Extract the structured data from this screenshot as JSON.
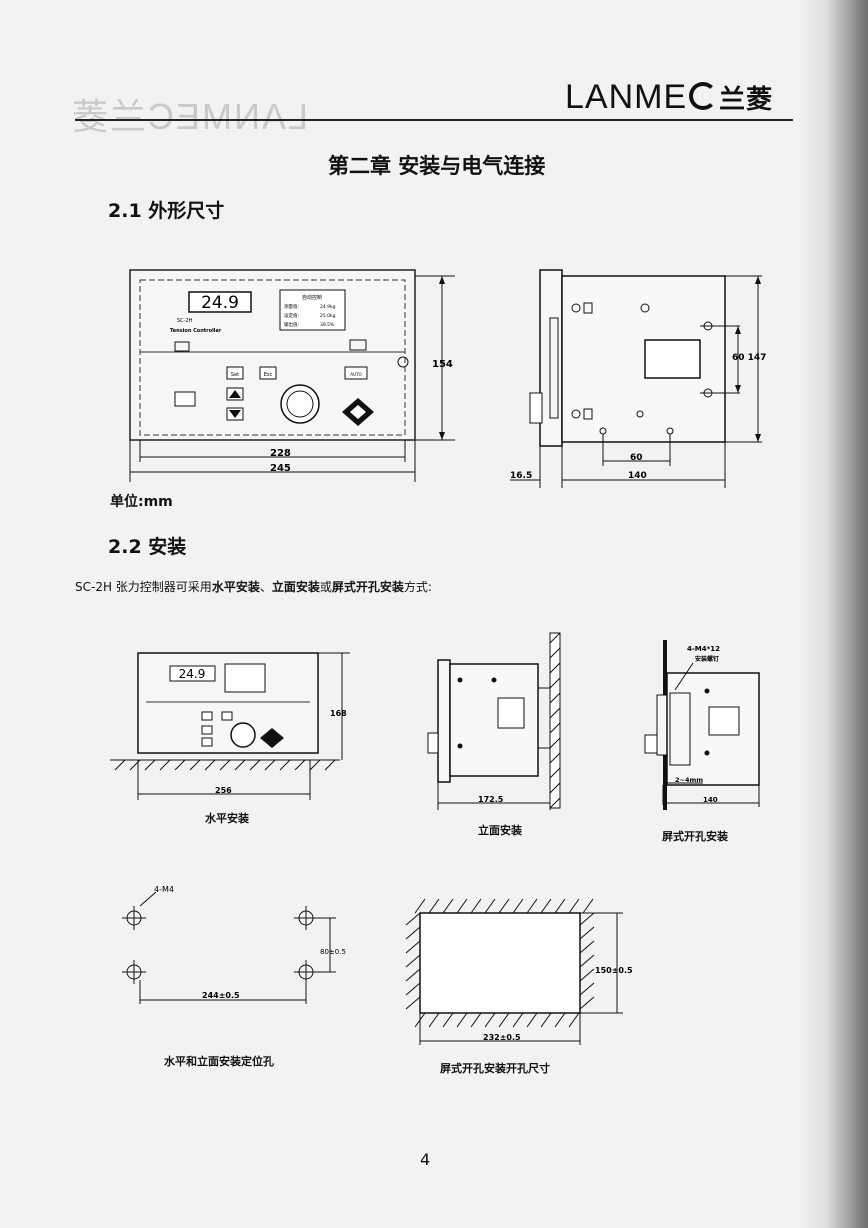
{
  "header": {
    "logo_text": "LANME",
    "logo_cn": "兰菱",
    "ghost_text": "LANMEC兰菱"
  },
  "chapter_title": "第二章  安装与电气连接",
  "section1": {
    "title": "2.1  外形尺寸"
  },
  "section2": {
    "title": "2.2  安装"
  },
  "unit_label": "单位:mm",
  "intro": {
    "prefix": "SC-2H 张力控制器可采用",
    "m1": "水平安装",
    "sep1": "、",
    "m2": "立面安装",
    "sep2": "或",
    "m3": "屏式开孔安装",
    "suffix": "方式:"
  },
  "controller": {
    "display": "24.9",
    "model": "SC-2H",
    "name": "Tension Controller",
    "panel_title": "自动控制",
    "rows": [
      {
        "label": "测量值:",
        "value": "24.9kg"
      },
      {
        "label": "设定值:",
        "value": "25.0kg"
      },
      {
        "label": "输出值:",
        "value": "39.5%"
      }
    ],
    "btn_set": "Set",
    "btn_esc": "Esc",
    "btn_auto": "AUTO"
  },
  "dims": {
    "front_height": "154",
    "front_w1": "228",
    "front_w2": "245",
    "side_60": "60",
    "side_147": "60 147",
    "side_bottom_60": "60",
    "side_140": "140",
    "side_165": "16.5",
    "horiz_h": "168",
    "horiz_w": "256",
    "vert_w": "172.5",
    "screw": "4-M4*12",
    "screw_cn": "安装螺钉",
    "gap": "2~4mm",
    "panel_w": "140",
    "holes": "4-M4",
    "holes_h": "80±0.5",
    "holes_w": "244±0.5",
    "cut_h": "150±0.5",
    "cut_w": "232±0.5"
  },
  "captions": {
    "horizontal": "水平安装",
    "vertical": "立面安装",
    "panel": "屏式开孔安装",
    "holes": "水平和立面安装定位孔",
    "cutout": "屏式开孔安装开孔尺寸"
  },
  "page_number": "4"
}
